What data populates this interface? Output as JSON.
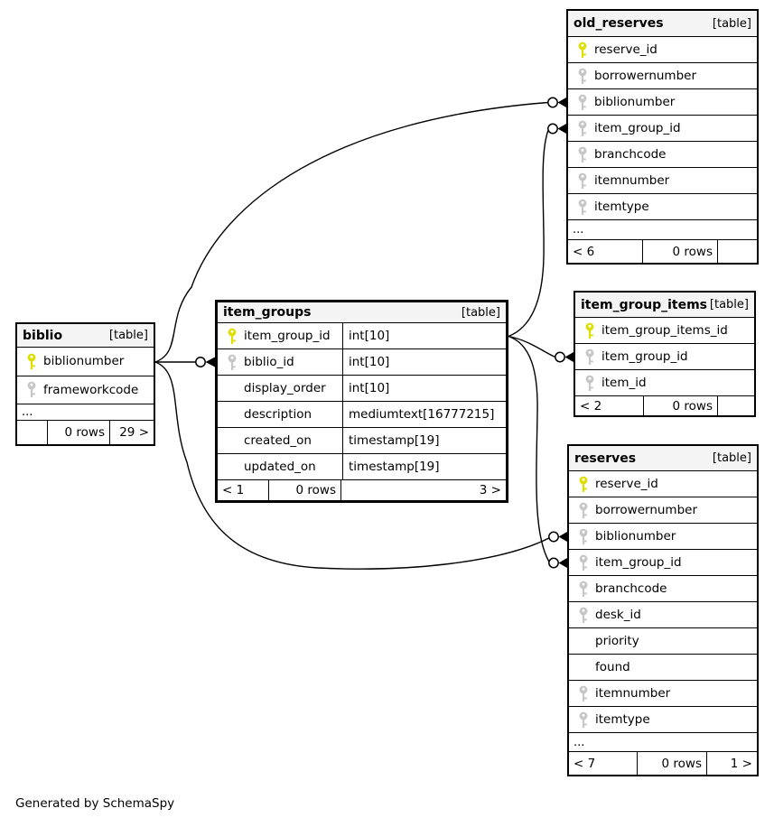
{
  "app": {
    "generator_note": "Generated by SchemaSpy"
  },
  "colors": {
    "pk_key": "#dede00",
    "fk_key": "#c6c6c6",
    "header_bg": "#f4f4f4",
    "line": "#000000"
  },
  "tables": {
    "old_reserves": {
      "name": "old_reserves",
      "tag": "[table]",
      "has_types": false,
      "columns": [
        {
          "name": "reserve_id",
          "key": "pk"
        },
        {
          "name": "borrowernumber",
          "key": "fk"
        },
        {
          "name": "biblionumber",
          "key": "fk"
        },
        {
          "name": "item_group_id",
          "key": "fk"
        },
        {
          "name": "branchcode",
          "key": "fk"
        },
        {
          "name": "itemnumber",
          "key": "fk"
        },
        {
          "name": "itemtype",
          "key": "fk"
        }
      ],
      "more_columns": "...",
      "footer": {
        "left": "< 6",
        "center": "0 rows",
        "right": ""
      }
    },
    "item_group_items": {
      "name": "item_group_items",
      "tag": "[table]",
      "has_types": false,
      "columns": [
        {
          "name": "item_group_items_id",
          "key": "pk"
        },
        {
          "name": "item_group_id",
          "key": "fk"
        },
        {
          "name": "item_id",
          "key": "fk"
        }
      ],
      "more_columns": null,
      "footer": {
        "left": "< 2",
        "center": "0 rows",
        "right": ""
      }
    },
    "reserves": {
      "name": "reserves",
      "tag": "[table]",
      "has_types": false,
      "columns": [
        {
          "name": "reserve_id",
          "key": "pk"
        },
        {
          "name": "borrowernumber",
          "key": "fk"
        },
        {
          "name": "biblionumber",
          "key": "fk"
        },
        {
          "name": "item_group_id",
          "key": "fk"
        },
        {
          "name": "branchcode",
          "key": "fk"
        },
        {
          "name": "desk_id",
          "key": "fk"
        },
        {
          "name": "priority",
          "key": null
        },
        {
          "name": "found",
          "key": null
        },
        {
          "name": "itemnumber",
          "key": "fk"
        },
        {
          "name": "itemtype",
          "key": "fk"
        }
      ],
      "more_columns": "...",
      "footer": {
        "left": "< 7",
        "center": "0 rows",
        "right": "1 >"
      }
    },
    "item_groups": {
      "name": "item_groups",
      "tag": "[table]",
      "has_types": true,
      "columns": [
        {
          "name": "item_group_id",
          "key": "pk",
          "type": "int[10]"
        },
        {
          "name": "biblio_id",
          "key": "fk",
          "type": "int[10]"
        },
        {
          "name": "display_order",
          "key": null,
          "type": "int[10]"
        },
        {
          "name": "description",
          "key": null,
          "type": "mediumtext[16777215]"
        },
        {
          "name": "created_on",
          "key": null,
          "type": "timestamp[19]"
        },
        {
          "name": "updated_on",
          "key": null,
          "type": "timestamp[19]"
        }
      ],
      "more_columns": null,
      "footer": {
        "left": "< 1",
        "center": "0 rows",
        "right": "3 >"
      }
    },
    "biblio": {
      "name": "biblio",
      "tag": "[table]",
      "has_types": false,
      "columns": [
        {
          "name": "biblionumber",
          "key": "pk"
        },
        {
          "name": "frameworkcode",
          "key": "fk"
        }
      ],
      "more_columns": "...",
      "footer": {
        "left": "",
        "center": "0 rows",
        "right": "29 >"
      }
    }
  },
  "relationships": [
    {
      "from": "biblio.biblionumber",
      "to": "old_reserves.biblionumber"
    },
    {
      "from": "biblio.biblionumber",
      "to": "item_groups.biblio_id"
    },
    {
      "from": "biblio.biblionumber",
      "to": "reserves.biblionumber"
    },
    {
      "from": "item_groups.item_group_id",
      "to": "old_reserves.item_group_id"
    },
    {
      "from": "item_groups.item_group_id",
      "to": "item_group_items.item_group_id"
    },
    {
      "from": "item_groups.item_group_id",
      "to": "reserves.item_group_id"
    }
  ]
}
